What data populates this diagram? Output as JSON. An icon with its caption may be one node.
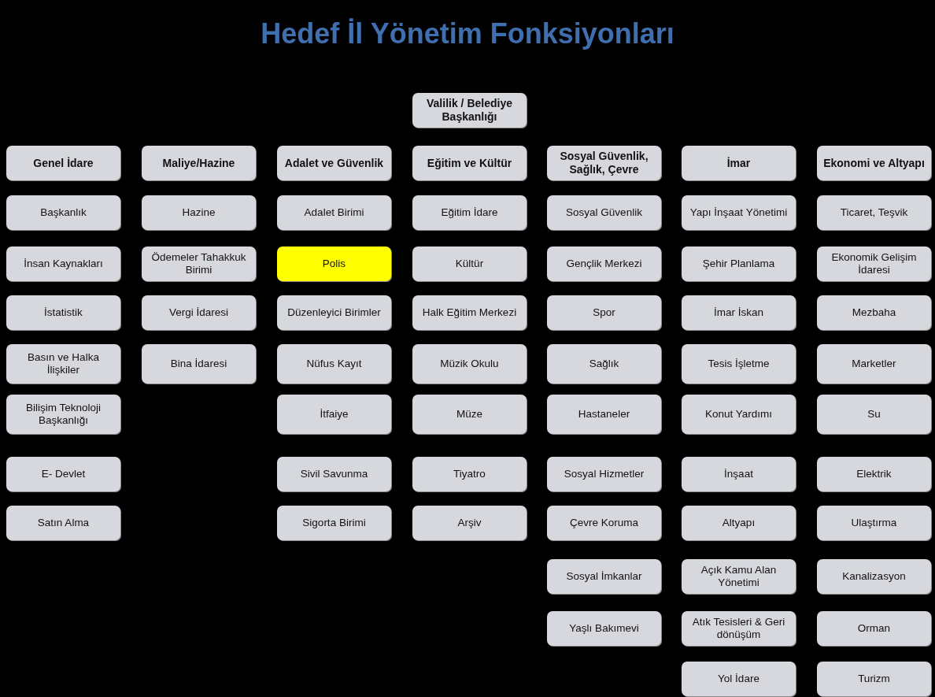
{
  "diagram": {
    "title": "Hedef İl Yönetim Fonksiyonları",
    "nodes": [
      {
        "text": [
          "Valilik / Belediye Başkanlığı"
        ]
      },
      {
        "text": [
          "Genel İdare"
        ]
      },
      {
        "text": [
          "Başkanlık"
        ]
      },
      {
        "text": [
          "İnsan Kaynakları"
        ]
      },
      {
        "text": [
          "İstatistik"
        ]
      },
      {
        "text": [
          "Basın ve Halka İlişkiler"
        ]
      },
      {
        "text": [
          "Bilişim Teknoloji Başkanlığı"
        ]
      },
      {
        "text": [
          "E- Devlet"
        ]
      },
      {
        "text": [
          "Satın Alma"
        ]
      },
      {
        "text": [
          "Maliye/Hazine"
        ]
      },
      {
        "text": [
          "Hazine"
        ]
      },
      {
        "text": [
          "Ödemeler Tahakkuk Birimi"
        ]
      },
      {
        "text": [
          "Vergi İdaresi"
        ]
      },
      {
        "text": [
          "Bina İdaresi"
        ]
      },
      {
        "text": [
          "Adalet ve Güvenlik"
        ]
      },
      {
        "text": [
          "Adalet Birimi"
        ]
      },
      {
        "text": [
          "Polis"
        ]
      },
      {
        "text": [
          "Düzenleyici Birimler"
        ]
      },
      {
        "text": [
          "Nüfus Kayıt"
        ]
      },
      {
        "text": [
          "İtfaiye"
        ]
      },
      {
        "text": [
          "Sivil Savunma"
        ]
      },
      {
        "text": [
          "Sigorta Birimi"
        ]
      },
      {
        "text": [
          "Eğitim ve Kültür"
        ]
      },
      {
        "text": [
          "Eğitim İdare"
        ]
      },
      {
        "text": [
          "Kültür"
        ]
      },
      {
        "text": [
          "Halk Eğitim Merkezi"
        ]
      },
      {
        "text": [
          "Müzik Okulu"
        ]
      },
      {
        "text": [
          "Müze"
        ]
      },
      {
        "text": [
          "Tiyatro"
        ]
      },
      {
        "text": [
          "Arşiv"
        ]
      },
      {
        "text": [
          "Sosyal Güvenlik, Sağlık, Çevre"
        ]
      },
      {
        "text": [
          "Sosyal Güvenlik"
        ]
      },
      {
        "text": [
          "Gençlik Merkezi"
        ]
      },
      {
        "text": [
          "Spor"
        ]
      },
      {
        "text": [
          "Sağlık"
        ]
      },
      {
        "text": [
          "Hastaneler"
        ]
      },
      {
        "text": [
          "Sosyal Hizmetler"
        ]
      },
      {
        "text": [
          "Çevre Koruma"
        ]
      },
      {
        "text": [
          "Sosyal İmkanlar"
        ]
      },
      {
        "text": [
          "Yaşlı Bakımevi"
        ]
      },
      {
        "text": [
          "İmar"
        ]
      },
      {
        "text": [
          "Yapı İnşaat Yönetimi"
        ]
      },
      {
        "text": [
          "Şehir Planlama"
        ]
      },
      {
        "text": [
          "İmar İskan"
        ]
      },
      {
        "text": [
          "Tesis İşletme"
        ]
      },
      {
        "text": [
          "Konut Yardımı"
        ]
      },
      {
        "text": [
          "İnşaat"
        ]
      },
      {
        "text": [
          "Altyapı"
        ]
      },
      {
        "text": [
          "Açık Kamu Alan Yönetimi"
        ]
      },
      {
        "text": [
          "Atık Tesisleri & Geri dönüşüm"
        ]
      },
      {
        "text": [
          "Yol İdare"
        ]
      },
      {
        "text": [
          "Ekonomi ve Altyapı"
        ]
      },
      {
        "text": [
          "Ticaret, Teşvik"
        ]
      },
      {
        "text": [
          "Ekonomik Gelişim İdaresi"
        ]
      },
      {
        "text": [
          "Mezbaha"
        ]
      },
      {
        "text": [
          "Marketler"
        ]
      },
      {
        "text": [
          "Su"
        ]
      },
      {
        "text": [
          "Elektrik"
        ]
      },
      {
        "text": [
          "Ulaştırma"
        ]
      },
      {
        "text": [
          "Kanalizasyon"
        ]
      },
      {
        "text": [
          "Orman"
        ]
      },
      {
        "text": [
          "Turizm"
        ]
      }
    ]
  }
}
